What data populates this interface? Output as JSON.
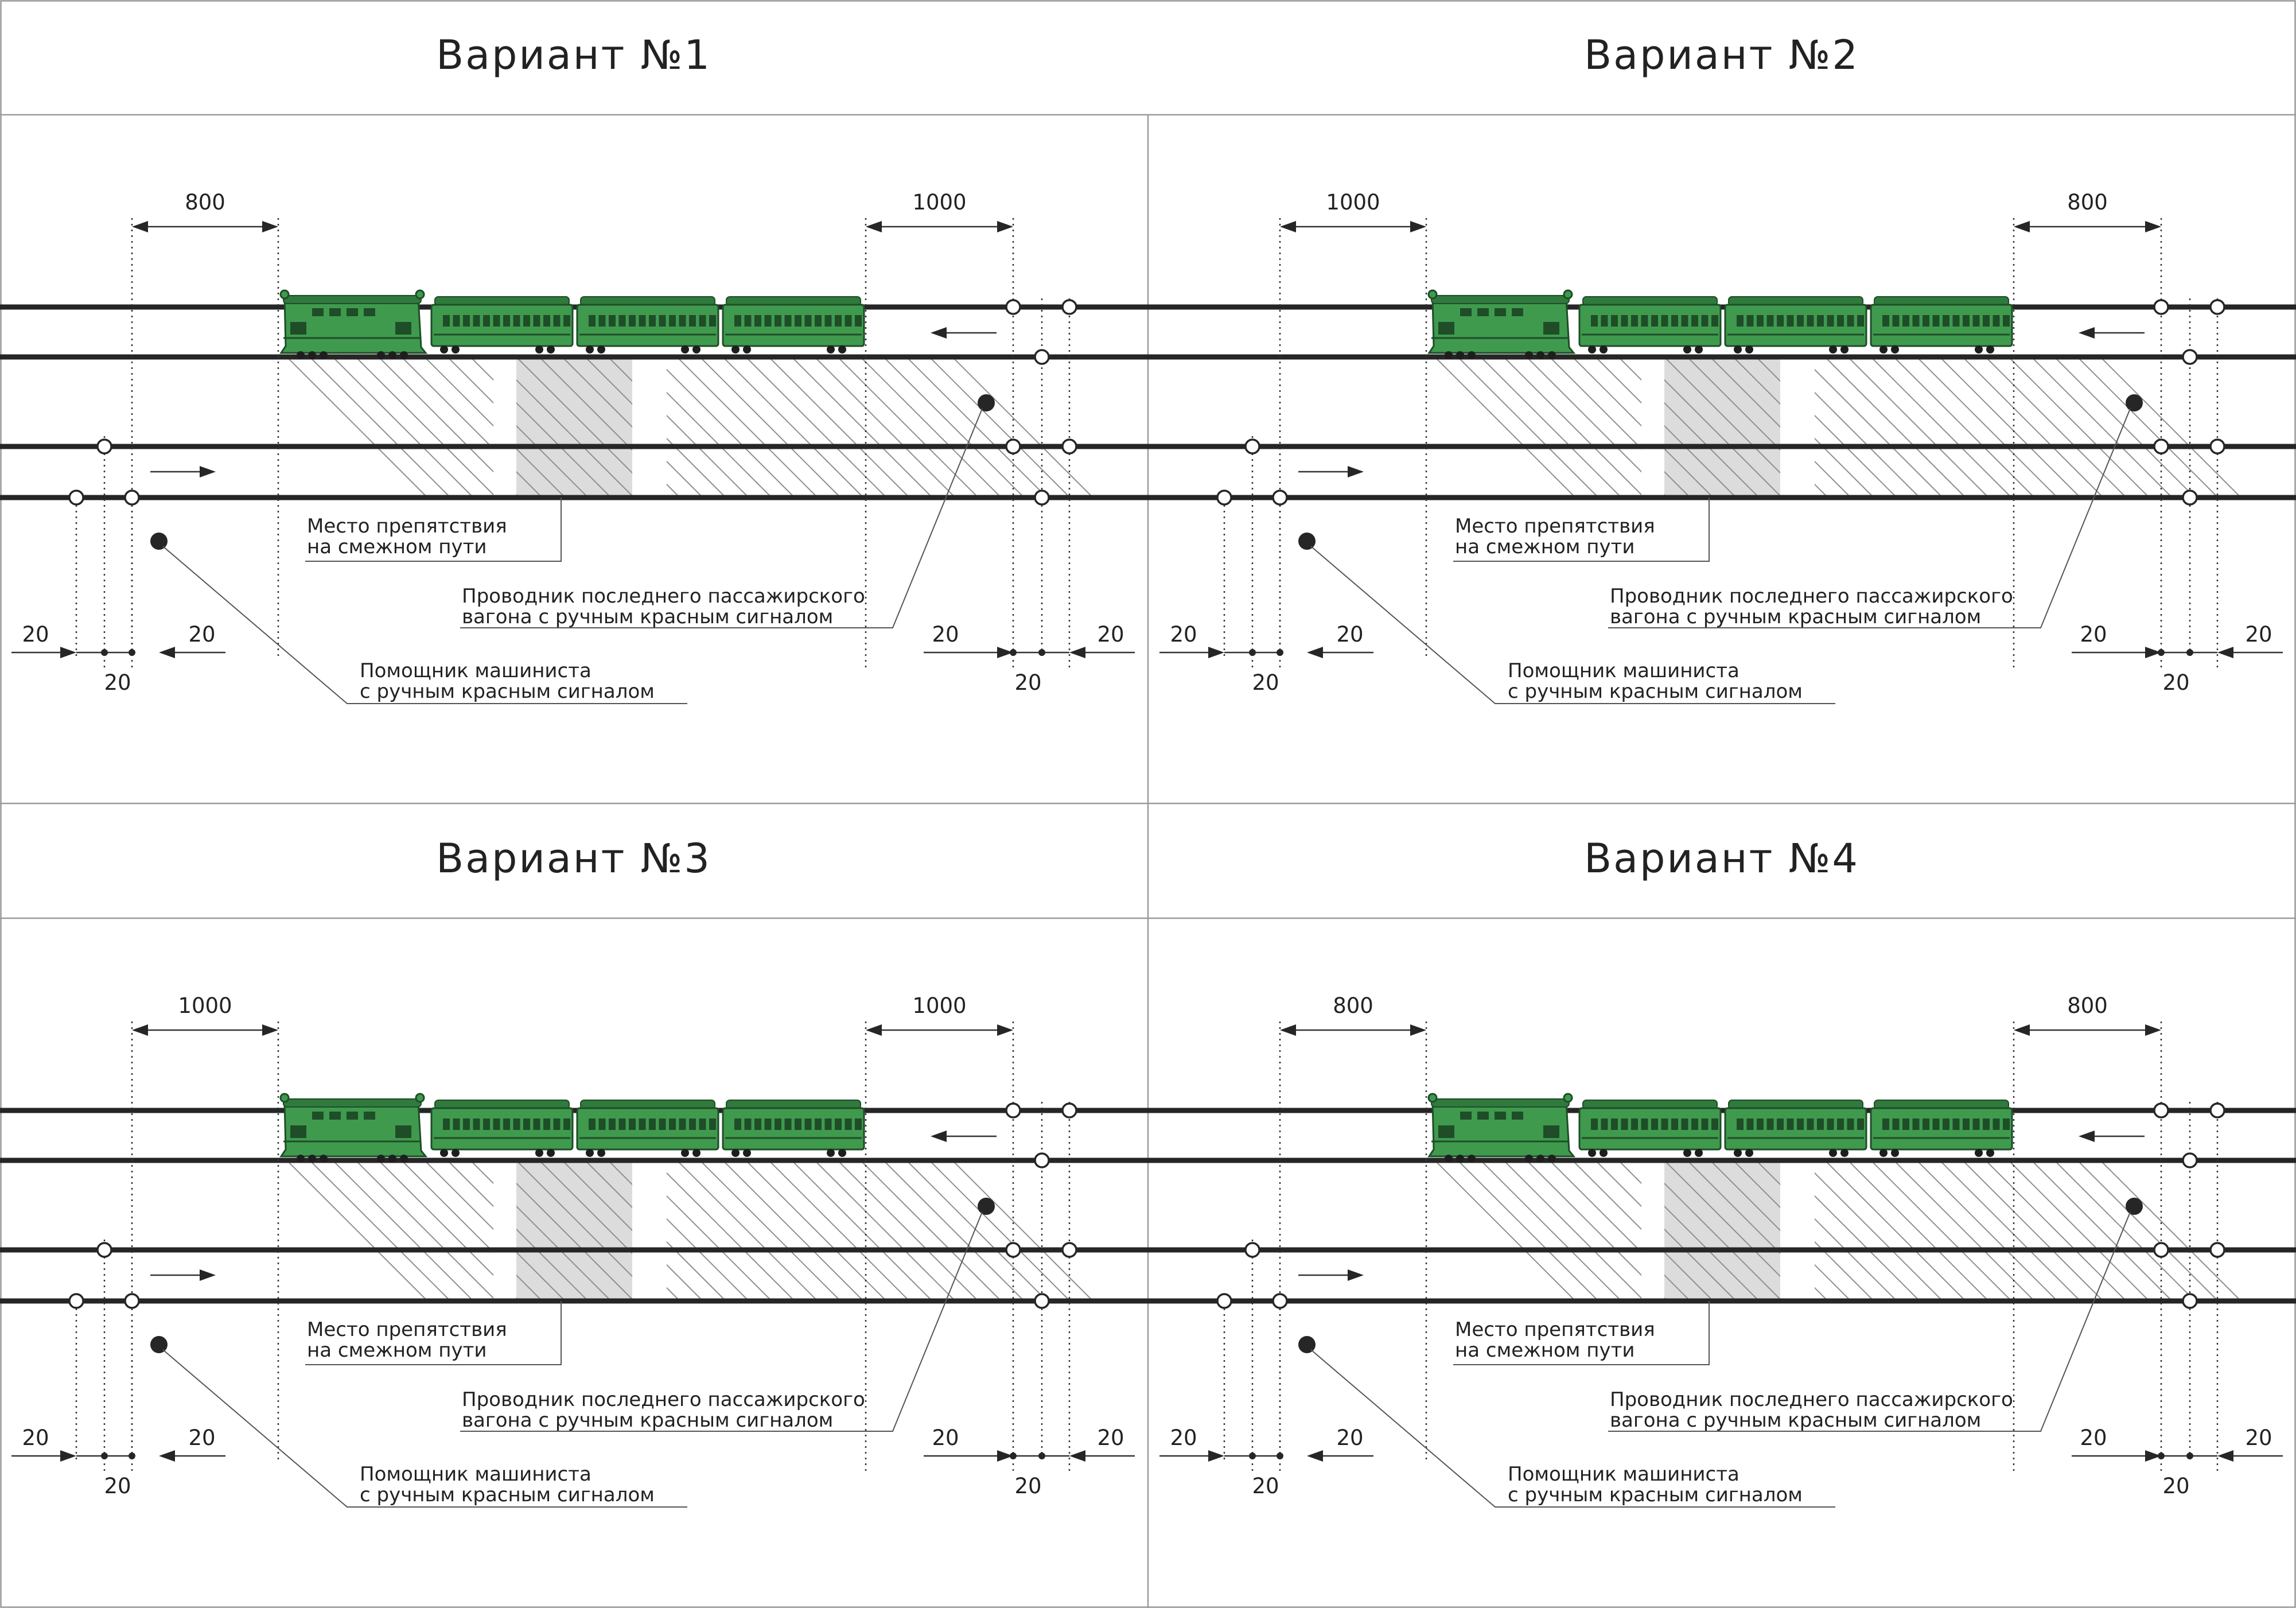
{
  "variants": [
    {
      "title": "Вариант №1",
      "dim_left": "800",
      "dim_right": "1000",
      "small_dims": [
        "20",
        "20",
        "20",
        "20",
        "20",
        "20"
      ],
      "notes": {
        "obstacle": [
          "Место препятствия",
          "на смежном пути"
        ],
        "conductor": [
          "Проводник последнего пассажирского",
          "вагона с ручным красным сигналом"
        ],
        "assistant": [
          "Помощник машиниста",
          "с ручным красным сигналом"
        ]
      }
    },
    {
      "title": "Вариант №2",
      "dim_left": "1000",
      "dim_right": "800",
      "small_dims": [
        "20",
        "20",
        "20",
        "20",
        "20",
        "20"
      ],
      "notes": {
        "obstacle": [
          "Место препятствия",
          "на смежном пути"
        ],
        "conductor": [
          "Проводник последнего пассажирского",
          "вагона с ручным красным сигналом"
        ],
        "assistant": [
          "Помощник машиниста",
          "с ручным красным сигналом"
        ]
      }
    },
    {
      "title": "Вариант №3",
      "dim_left": "1000",
      "dim_right": "1000",
      "small_dims": [
        "20",
        "20",
        "20",
        "20",
        "20",
        "20"
      ],
      "notes": {
        "obstacle": [
          "Место препятствия",
          "на смежном пути"
        ],
        "conductor": [
          "Проводник последнего пассажирского",
          "вагона с ручным красным сигналом"
        ],
        "assistant": [
          "Помощник машиниста",
          "с ручным красным сигналом"
        ]
      }
    },
    {
      "title": "Вариант №4",
      "dim_left": "800",
      "dim_right": "800",
      "small_dims": [
        "20",
        "20",
        "20",
        "20",
        "20",
        "20"
      ],
      "notes": {
        "obstacle": [
          "Место препятствия",
          "на смежном пути"
        ],
        "conductor": [
          "Проводник последнего пассажирского",
          "вагона с ручным красным сигналом"
        ],
        "assistant": [
          "Помощник машиниста",
          "с ручным красным сигналом"
        ]
      }
    }
  ],
  "colors": {
    "train_green": "#3f9a4e",
    "train_outline": "#1f4d28",
    "track": "#262626",
    "obstacle_fill": "#dcdcdc"
  },
  "icons": {
    "signal_post": "open-circle-marker",
    "person_with_red_signal": "filled-circle-marker",
    "direction": "arrow-icon"
  }
}
